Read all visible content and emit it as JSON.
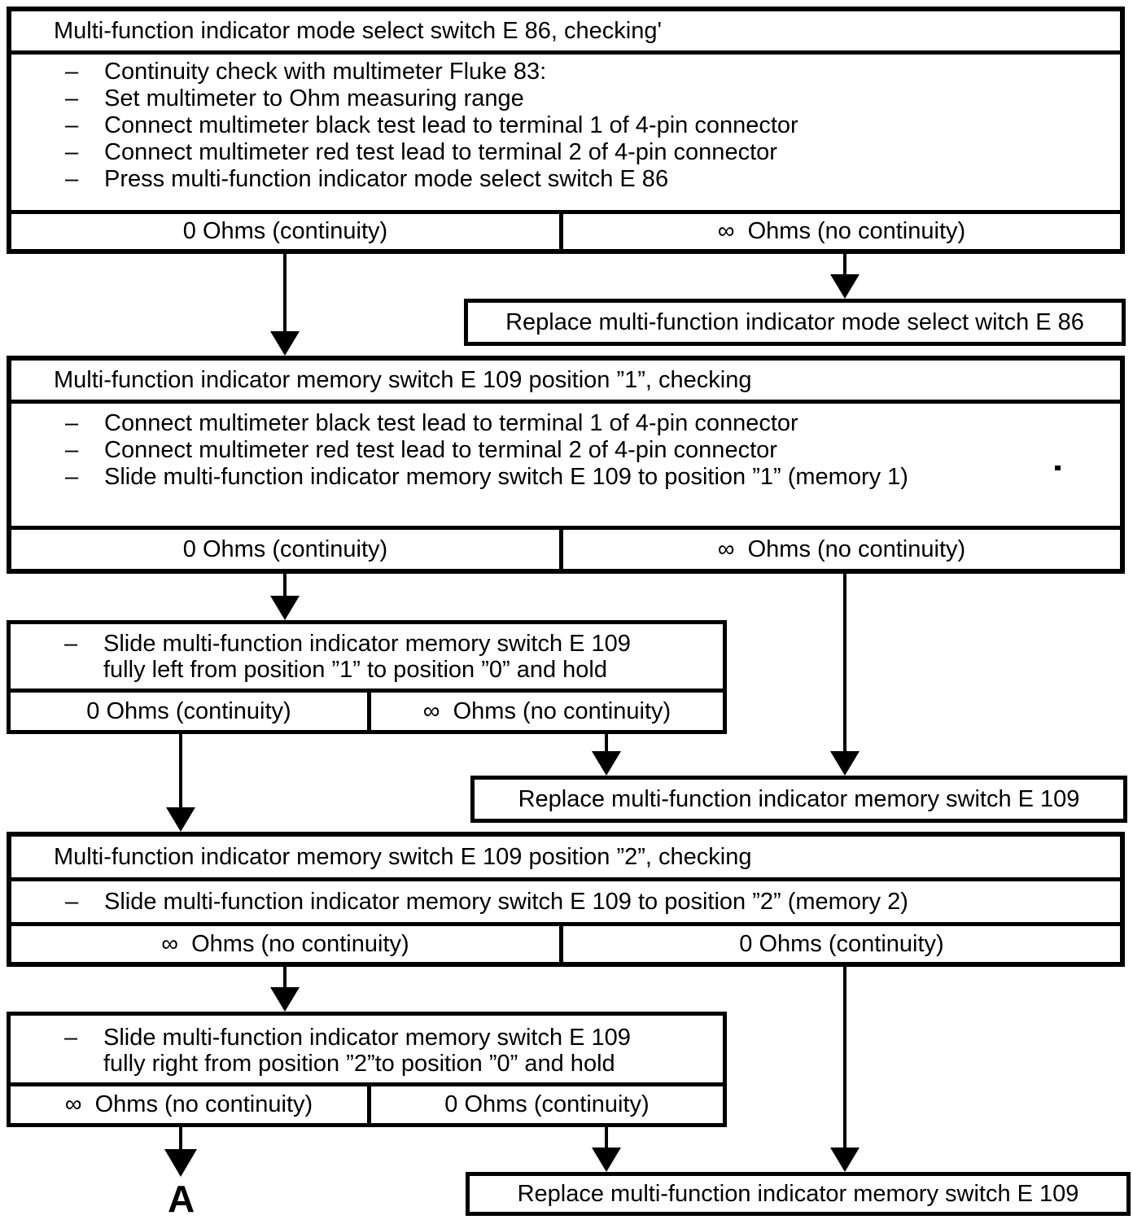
{
  "colors": {
    "ink": "#000000",
    "paper": "#ffffff"
  },
  "glyphs": {
    "dash": "–"
  },
  "sections": {
    "s1": {
      "title": "Multi-function indicator mode select switch E 86, checking'",
      "steps": [
        "Continuity check with multimeter Fluke 83:",
        "Set multimeter to Ohm measuring range",
        "Connect multimeter black test lead to terminal 1 of 4-pin connector",
        "Connect multimeter red test lead to terminal 2 of 4-pin connector",
        "Press multi-function indicator mode select switch E 86"
      ],
      "result_left": "0 Ohms (continuity)",
      "result_right": "∞  Ohms (no continuity)"
    },
    "replace_e86": "Replace multi-function indicator mode select witch E 86",
    "s2": {
      "title": "Multi-function indicator memory switch E 109 position ”1”, checking",
      "steps": [
        "Connect multimeter black test lead to terminal 1 of 4-pin connector",
        "Connect multimeter red test lead to terminal 2 of 4-pin connector",
        "Slide multi-function indicator memory switch E 109 to position ”1” (memory 1)"
      ],
      "result_left": "0 Ohms (continuity)",
      "result_right": "∞  Ohms (no continuity)"
    },
    "slide_left": {
      "line1": "Slide multi-function indicator memory switch E 109",
      "line2": "fully left from position ”1” to position ”0” and hold",
      "result_left": "0 Ohms (continuity)",
      "result_right": "∞  Ohms (no continuity)"
    },
    "replace_e109_a": "Replace multi-function indicator memory switch E 109",
    "s3": {
      "title": "Multi-function indicator memory switch E 109 position ”2”, checking",
      "step": "Slide multi-function indicator memory switch E 109 to position ”2” (memory 2)",
      "result_left": "∞  Ohms (no continuity)",
      "result_right": "0 Ohms (continuity)"
    },
    "slide_right": {
      "line1": "Slide multi-function indicator memory switch E 109",
      "line2": "fully right from position ”2”to position ”0” and hold",
      "result_left": "∞  Ohms (no continuity)",
      "result_right": "0 Ohms (continuity)"
    },
    "replace_e109_b": "Replace multi-function indicator memory switch E 109",
    "connector_label": "A"
  }
}
